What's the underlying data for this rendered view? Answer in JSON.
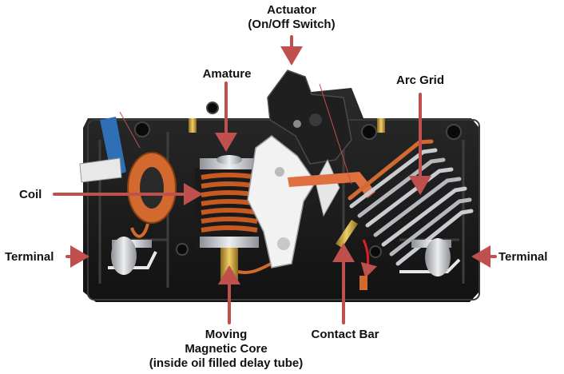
{
  "labels": {
    "actuator": "Actuator",
    "actuator_sub": "(On/Off Switch)",
    "amature": "Amature",
    "arc_grid": "Arc Grid",
    "coil": "Coil",
    "terminal_left": "Terminal",
    "terminal_right": "Terminal",
    "moving_core_1": "Moving",
    "moving_core_2": "Magnetic Core",
    "moving_core_3": "(inside oil filled delay tube)",
    "contact_bar": "Contact Bar"
  },
  "colors": {
    "arrow": "#c0504d",
    "housing": "#1c1c1c",
    "copper": "#d2692e",
    "silver": "#c9ccd0",
    "lever": "#f2f2f2",
    "brass": "#c9a23a",
    "blue": "#2f6fb5"
  }
}
